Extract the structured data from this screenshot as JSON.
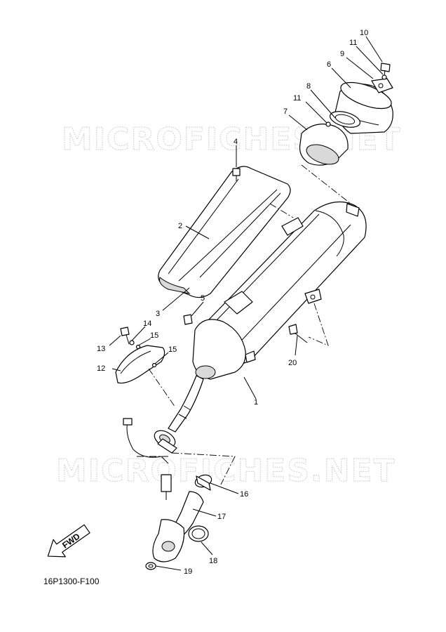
{
  "watermarks": [
    "MICROFICHES.NET",
    "MICROFICHES.NET"
  ],
  "diagram_code": "16P1300-F100",
  "fwd_label": "FWD",
  "callouts": [
    {
      "id": "c1",
      "label": "1"
    },
    {
      "id": "c2",
      "label": "2"
    },
    {
      "id": "c3",
      "label": "3"
    },
    {
      "id": "c4",
      "label": "4"
    },
    {
      "id": "c5",
      "label": "5"
    },
    {
      "id": "c6",
      "label": "6"
    },
    {
      "id": "c7",
      "label": "7"
    },
    {
      "id": "c8",
      "label": "8"
    },
    {
      "id": "c9",
      "label": "9"
    },
    {
      "id": "c10",
      "label": "10"
    },
    {
      "id": "c11a",
      "label": "11"
    },
    {
      "id": "c11b",
      "label": "11"
    },
    {
      "id": "c12",
      "label": "12"
    },
    {
      "id": "c13",
      "label": "13"
    },
    {
      "id": "c14",
      "label": "14"
    },
    {
      "id": "c15a",
      "label": "15"
    },
    {
      "id": "c15b",
      "label": "15"
    },
    {
      "id": "c16",
      "label": "16"
    },
    {
      "id": "c17",
      "label": "17"
    },
    {
      "id": "c18",
      "label": "18"
    },
    {
      "id": "c19",
      "label": "19"
    },
    {
      "id": "c20",
      "label": "20"
    }
  ]
}
